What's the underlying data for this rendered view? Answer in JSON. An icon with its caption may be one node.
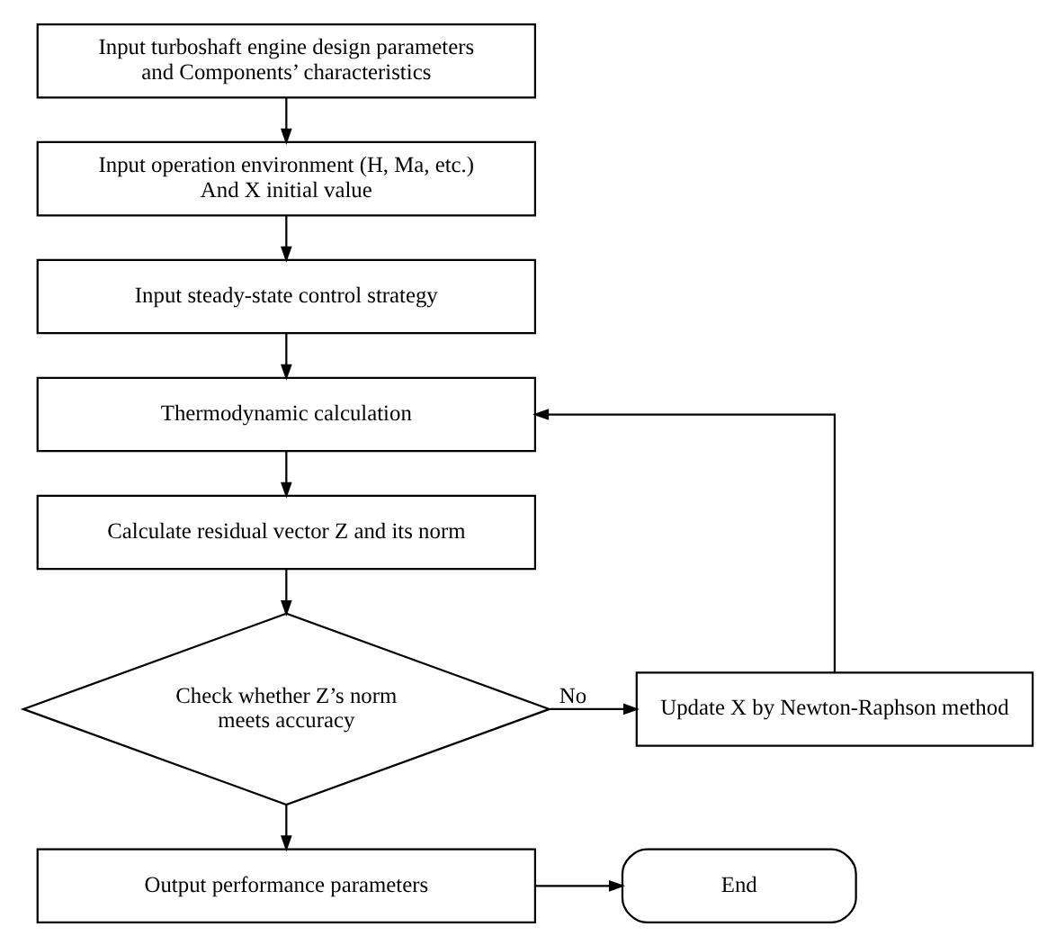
{
  "diagram": {
    "nodes": [
      {
        "text": [
          "Input turboshaft engine design parameters and Components’ characteristics"
        ]
      },
      {
        "text": [
          "Input operation environment (H, Ma, etc.) And X initial value"
        ]
      },
      {
        "text": [
          "Input steady-state control strategy"
        ]
      },
      {
        "text": [
          "Thermodynamic calculation"
        ]
      },
      {
        "text": [
          "Calculate residual vector Z and its norm"
        ]
      },
      {
        "text": [
          "Check whether Z’s norm meets accuracy"
        ]
      },
      {
        "text": [
          "Update X by Newton-Raphson method"
        ]
      },
      {
        "text": [
          "Output performance parameters"
        ]
      },
      {
        "text": [
          "End"
        ]
      }
    ],
    "edges": [
      {
        "from": 0,
        "to": 1,
        "arrow": "to"
      },
      {
        "from": 1,
        "to": 2,
        "arrow": "to"
      },
      {
        "from": 2,
        "to": 3,
        "arrow": "to"
      },
      {
        "from": 3,
        "to": 4,
        "arrow": "to"
      },
      {
        "from": 4,
        "to": 5,
        "arrow": "to"
      },
      {
        "from": 5,
        "to": 6,
        "label": "No",
        "arrow": "to"
      },
      {
        "from": 6,
        "to": 3,
        "arrow": "to"
      },
      {
        "from": 5,
        "to": 7,
        "arrow": "to"
      },
      {
        "from": 7,
        "to": 8,
        "arrow": "to"
      }
    ]
  }
}
